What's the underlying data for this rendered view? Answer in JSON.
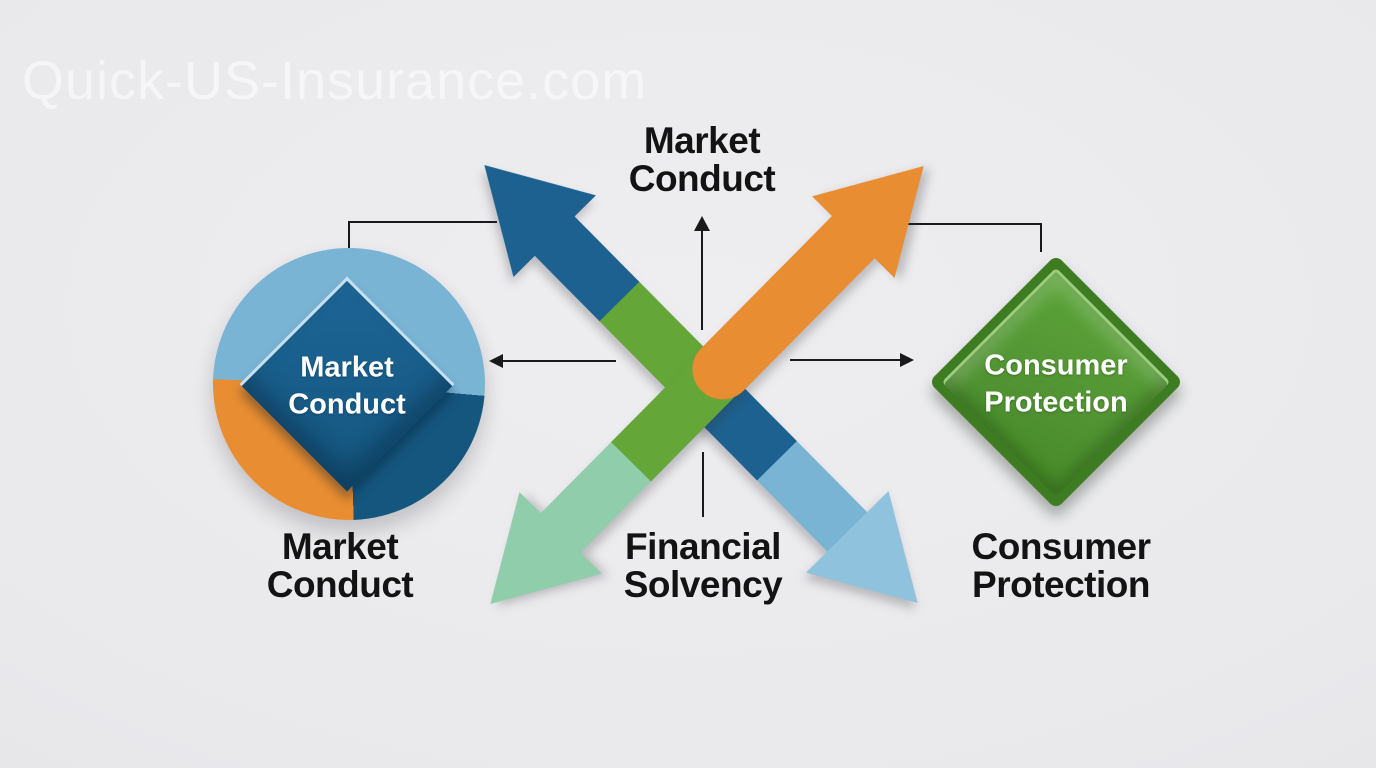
{
  "watermark": "Quick-US-Insurance.com",
  "labels": {
    "top": {
      "line1": "Market",
      "line2": "Conduct"
    },
    "bottom_center": {
      "line1": "Financial",
      "line2": "Solvency"
    },
    "bottom_left": {
      "line1": "Market",
      "line2": "Conduct"
    },
    "bottom_right": {
      "line1": "Consumer",
      "line2": "Protection"
    }
  },
  "badges": {
    "circle": {
      "line1": "Market",
      "line2": "Conduct"
    },
    "diamond": {
      "line1": "Consumer",
      "line2": "Protection"
    }
  },
  "colors": {
    "bg": "#e9e9ec",
    "ink": "#131313",
    "watermark": "#ffffff",
    "dark-blue": "#1c6190",
    "dark-blue-deep": "#14567e",
    "light-blue": "#79b4d5",
    "light-blue-head": "#8fc2dc",
    "green": "#64a637",
    "mint": "#90cdab",
    "orange": "#e88d31",
    "diamond-green": "#529434",
    "diamond-green-dark": "#3d7c20",
    "diamond-green-light": "#9ccd7e",
    "line": "#1a1a1a"
  }
}
